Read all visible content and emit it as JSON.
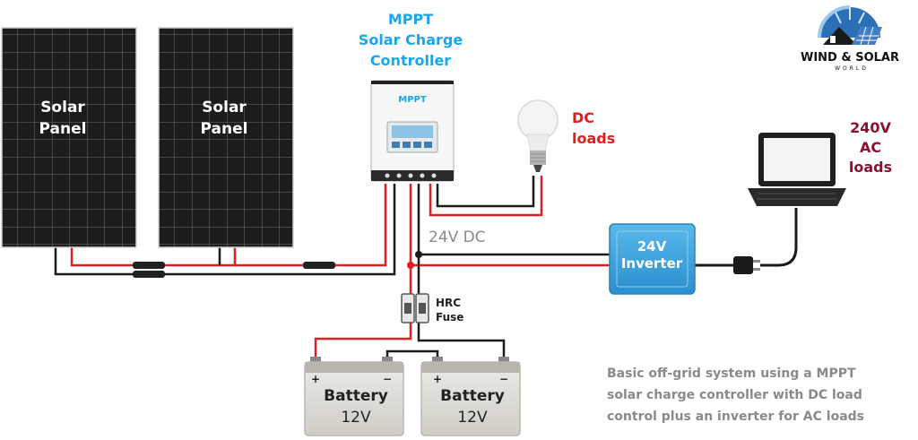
{
  "solar_panels": [
    {
      "label_line1": "Solar",
      "label_line2": "Panel"
    },
    {
      "label_line1": "Solar",
      "label_line2": "Panel"
    }
  ],
  "controller": {
    "title_line1": "MPPT",
    "title_line2": "Solar Charge",
    "title_line3": "Controller",
    "device_label": "MPPT"
  },
  "dc_loads": {
    "line1": "DC",
    "line2": "loads"
  },
  "ac_loads": {
    "line1": "240V",
    "line2": "AC",
    "line3": "loads"
  },
  "dc_bus_label": "24V DC",
  "inverter": {
    "line1": "24V",
    "line2": "Inverter"
  },
  "fuse": {
    "line1": "HRC",
    "line2": "Fuse"
  },
  "batteries": [
    {
      "label": "Battery",
      "voltage": "12V",
      "plus": "+",
      "minus": "−"
    },
    {
      "label": "Battery",
      "voltage": "12V",
      "plus": "+",
      "minus": "−"
    }
  ],
  "caption": {
    "line1": "Basic off-grid system using a MPPT",
    "line2": "solar charge controller with DC load",
    "line3": "control plus an inverter for AC loads"
  },
  "logo": {
    "line1": "WIND & SOLAR",
    "line2": "WORLD"
  },
  "colors": {
    "positive_wire": "#e02020",
    "negative_wire": "#1a1a1a",
    "panel": "#1c1c1e",
    "inverter": "#3aa3de",
    "caption": "#8a8a8a",
    "mppt_title": "#1aa6e8"
  }
}
